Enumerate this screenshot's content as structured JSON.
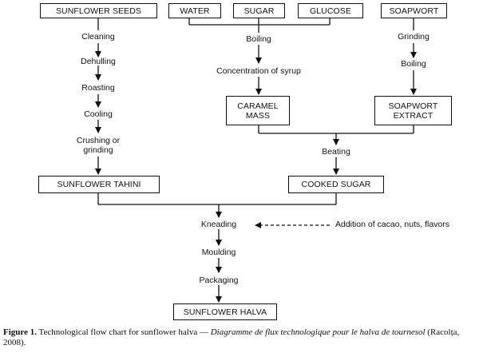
{
  "boxes": {
    "sunflower_seeds": "SUNFLOWER SEEDS",
    "water": "WATER",
    "sugar": "SUGAR",
    "glucose": "GLUCOSE",
    "soapwort": "SOAPWORT",
    "caramel_mass": "CARAMEL\nMASS",
    "soapwort_extract": "SOAPWORT\nEXTRACT",
    "sunflower_tahini": "SUNFLOWER TAHINI",
    "cooked_sugar": "COOKED SUGAR",
    "sunflower_halva": "SUNFLOWER HALVA"
  },
  "steps": {
    "cleaning": "Cleaning",
    "dehulling": "Dehulling",
    "roasting": "Roasting",
    "cooling": "Cooling",
    "crushing": "Crushing or\ngrinding",
    "boiling_syrup": "Boiling",
    "concentration": "Concentration of syrup",
    "grinding": "Grinding",
    "boiling_soapwort": "Boiling",
    "beating": "Beating",
    "kneading": "Kneading",
    "addition": "Addition of cacao, nuts, flavors",
    "moulding": "Moulding",
    "packaging": "Packaging"
  },
  "caption": {
    "label": "Figure 1.",
    "text": " Technological flow chart for sunflower halva — ",
    "french": "Diagramme de flux technologique pour le halva de tournesol",
    "source": " (Racolța, 2008)."
  }
}
